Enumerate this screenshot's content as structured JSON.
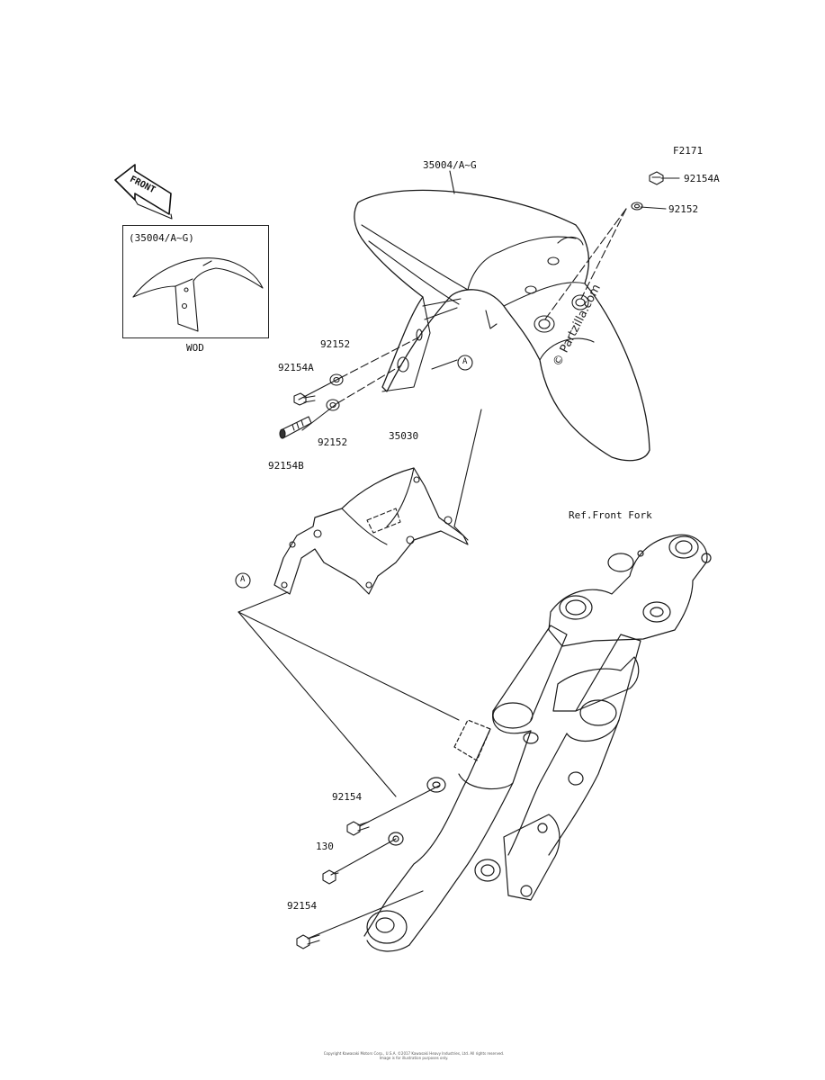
{
  "diagram": {
    "page_code": "F2171",
    "front_arrow_text": "FRONT",
    "inset": {
      "header": "(35004/A~G)",
      "caption": "WOD"
    },
    "parts": {
      "fender_front": "35004/A~G",
      "bolt_top_right": "92154A",
      "washer_top_right": "92152",
      "washer_left_upper": "92152",
      "bolt_left": "92154A",
      "washer_left_lower": "92152",
      "stud_bolt": "92154B",
      "fender_rear": "35030",
      "bolt_lower_1": "92154",
      "collar": "130",
      "bolt_lower_2": "92154"
    },
    "callout_a_upper": "A",
    "callout_a_lower": "A",
    "ref_note": "Ref.Front Fork",
    "watermark": "© Partzilla.com",
    "footer_line_1": "Copyright Kawasaki Motors Corp., U.S.A. ©2017 Kawasaki Heavy Industries, Ltd. All rights reserved.",
    "footer_line_2": "Image is for illustration purposes only."
  }
}
